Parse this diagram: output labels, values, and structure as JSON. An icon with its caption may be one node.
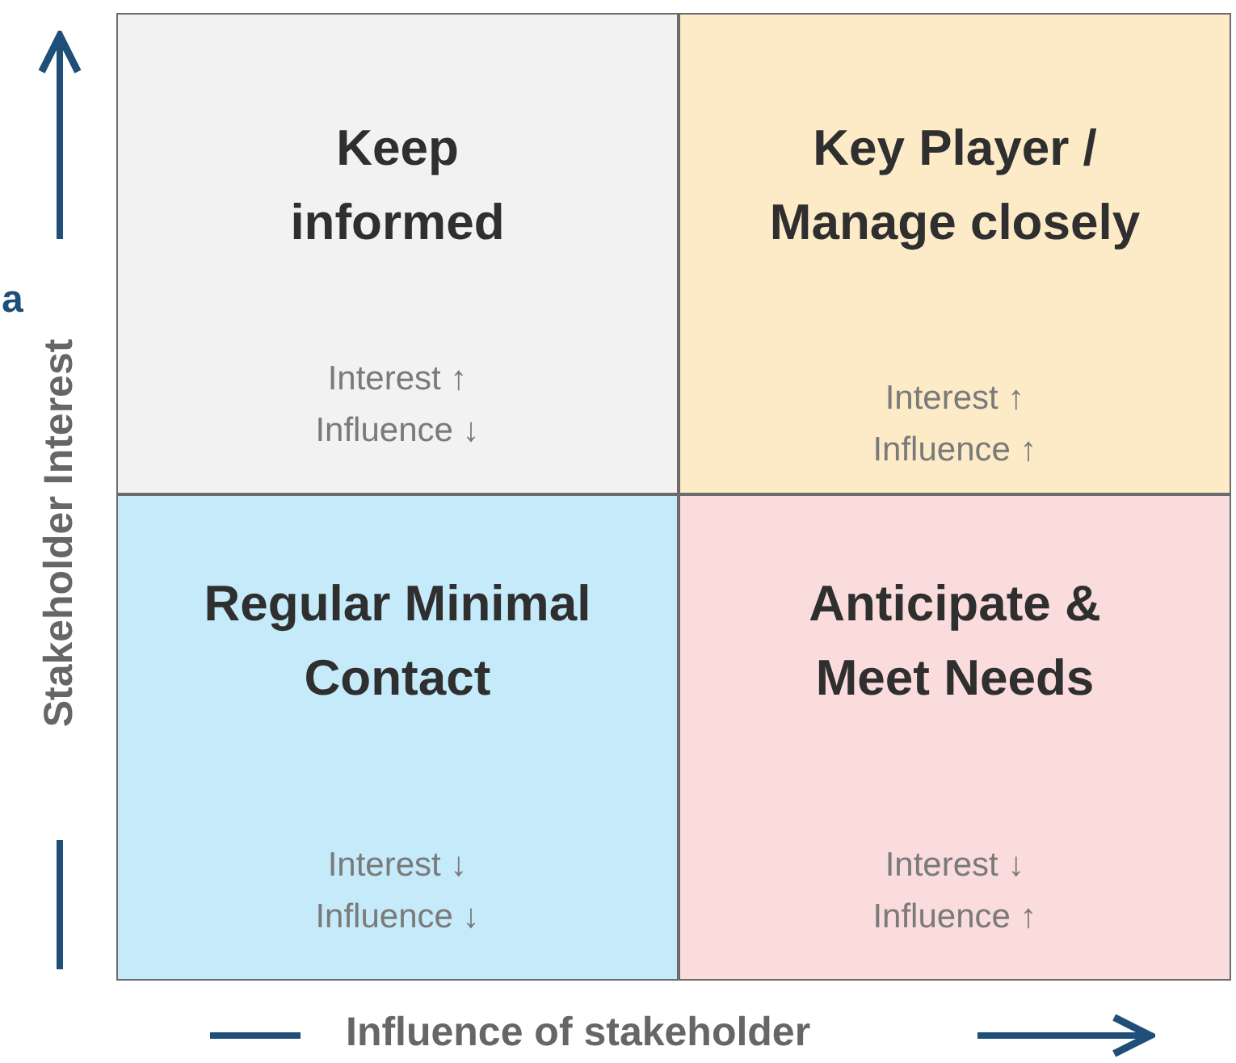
{
  "diagram": {
    "nodes": [
      {
        "text": [
          "Keep informed",
          "Interest ↑ Influence ↓"
        ]
      },
      {
        "text": [
          "Key Player / Manage closely",
          "Interest ↑ Influence ↑"
        ]
      },
      {
        "text": [
          "Regular Minimal Contact",
          "Interest ↓ Influence ↓"
        ]
      },
      {
        "text": [
          "Anticipate & Meet Needs",
          "Interest ↓ Influence ↑"
        ]
      }
    ],
    "edges": [],
    "labels": [
      "a",
      "Stakeholder Interest",
      "Influence of stakeholder"
    ]
  }
}
